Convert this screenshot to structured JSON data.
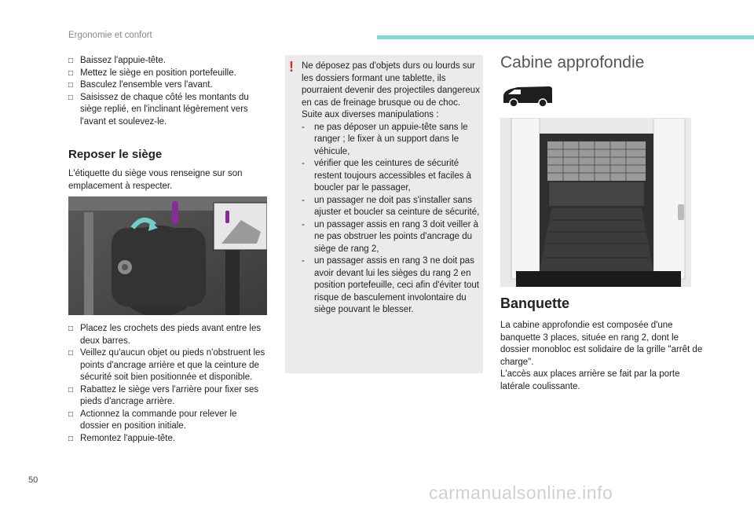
{
  "header": {
    "section": "Ergonomie et confort"
  },
  "left_column": {
    "steps_top": [
      "Baissez l'appuie-tête.",
      "Mettez le siège en position portefeuille.",
      "Basculez l'ensemble vers l'avant.",
      "Saisissez de chaque côté les montants du siège replié, en l'inclinant légèrement vers l'avant et soulevez-le."
    ],
    "heading": "Reposer le siège",
    "intro": "L'étiquette du siège vous renseigne sur son emplacement à respecter.",
    "steps_bottom": [
      "Placez les crochets des pieds avant entre les deux barres.",
      "Veillez qu'aucun objet ou pieds n'obstruent les points d'ancrage arrière et que la ceinture de sécurité soit bien positionnée et disponible.",
      "Rabattez le siège vers l'arrière pour fixer ses pieds d'ancrage arrière.",
      "Actionnez la commande pour relever le dossier en position initiale.",
      "Remontez l'appuie-tête."
    ]
  },
  "warning": {
    "icon": "!",
    "intro": "Ne déposez pas d'objets durs ou lourds sur les dossiers formant une tablette, ils pourraient devenir des projectiles dangereux en cas de freinage brusque ou de choc.",
    "lead": "Suite aux diverses manipulations :",
    "items": [
      "ne pas déposer un appuie-tête sans le ranger ; le fixer à un support dans le véhicule,",
      "vérifier que les ceintures de sécurité restent toujours accessibles et faciles à boucler par le passager,",
      "un passager ne doit pas s'installer sans ajuster et boucler sa ceinture de sécurité,",
      "un passager assis en rang 3 doit veiller à ne pas obstruer les points d'ancrage du siège de rang 2,",
      "un passager assis en rang 3 ne doit pas avoir devant lui les sièges du rang 2 en position portefeuille, ceci afin d'éviter tout risque de basculement involontaire du siège pouvant le blesser."
    ]
  },
  "right_column": {
    "title": "Cabine approfondie",
    "heading": "Banquette",
    "body": [
      "La cabine approfondie est composée d'une banquette 3 places, située en rang 2, dont le dossier monobloc est solidaire de la grille \"arrêt de charge\".",
      "L'accès aux places arrière se fait par la porte latérale coulissante."
    ]
  },
  "footer": {
    "page_number": "50",
    "watermark": "carmanualsonline.info"
  },
  "colors": {
    "accent_bar": "#7fd8d2",
    "warning_bg": "#ebebeb",
    "warning_icon": "#e3242b"
  }
}
